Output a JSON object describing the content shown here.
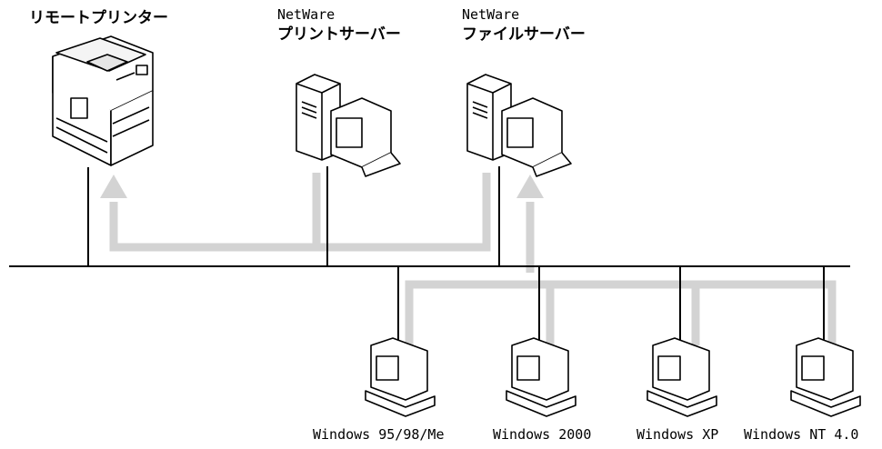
{
  "diagram": {
    "devices": {
      "remote_printer": {
        "label": "リモートプリンター"
      },
      "print_server": {
        "product": "NetWare",
        "label": "プリントサーバー"
      },
      "file_server": {
        "product": "NetWare",
        "label": "ファイルサーバー"
      }
    },
    "clients": [
      {
        "label": "Windows 95/98/Me"
      },
      {
        "label": "Windows 2000"
      },
      {
        "label": "Windows XP"
      },
      {
        "label": "Windows NT 4.0"
      }
    ],
    "colors": {
      "line": "#000000",
      "flow": "#d3d3d3",
      "device_fill": "#ffffff",
      "device_stroke": "#000000"
    },
    "icons": {
      "printer": "printer-icon",
      "server": "server-icon",
      "client": "computer-icon"
    }
  }
}
